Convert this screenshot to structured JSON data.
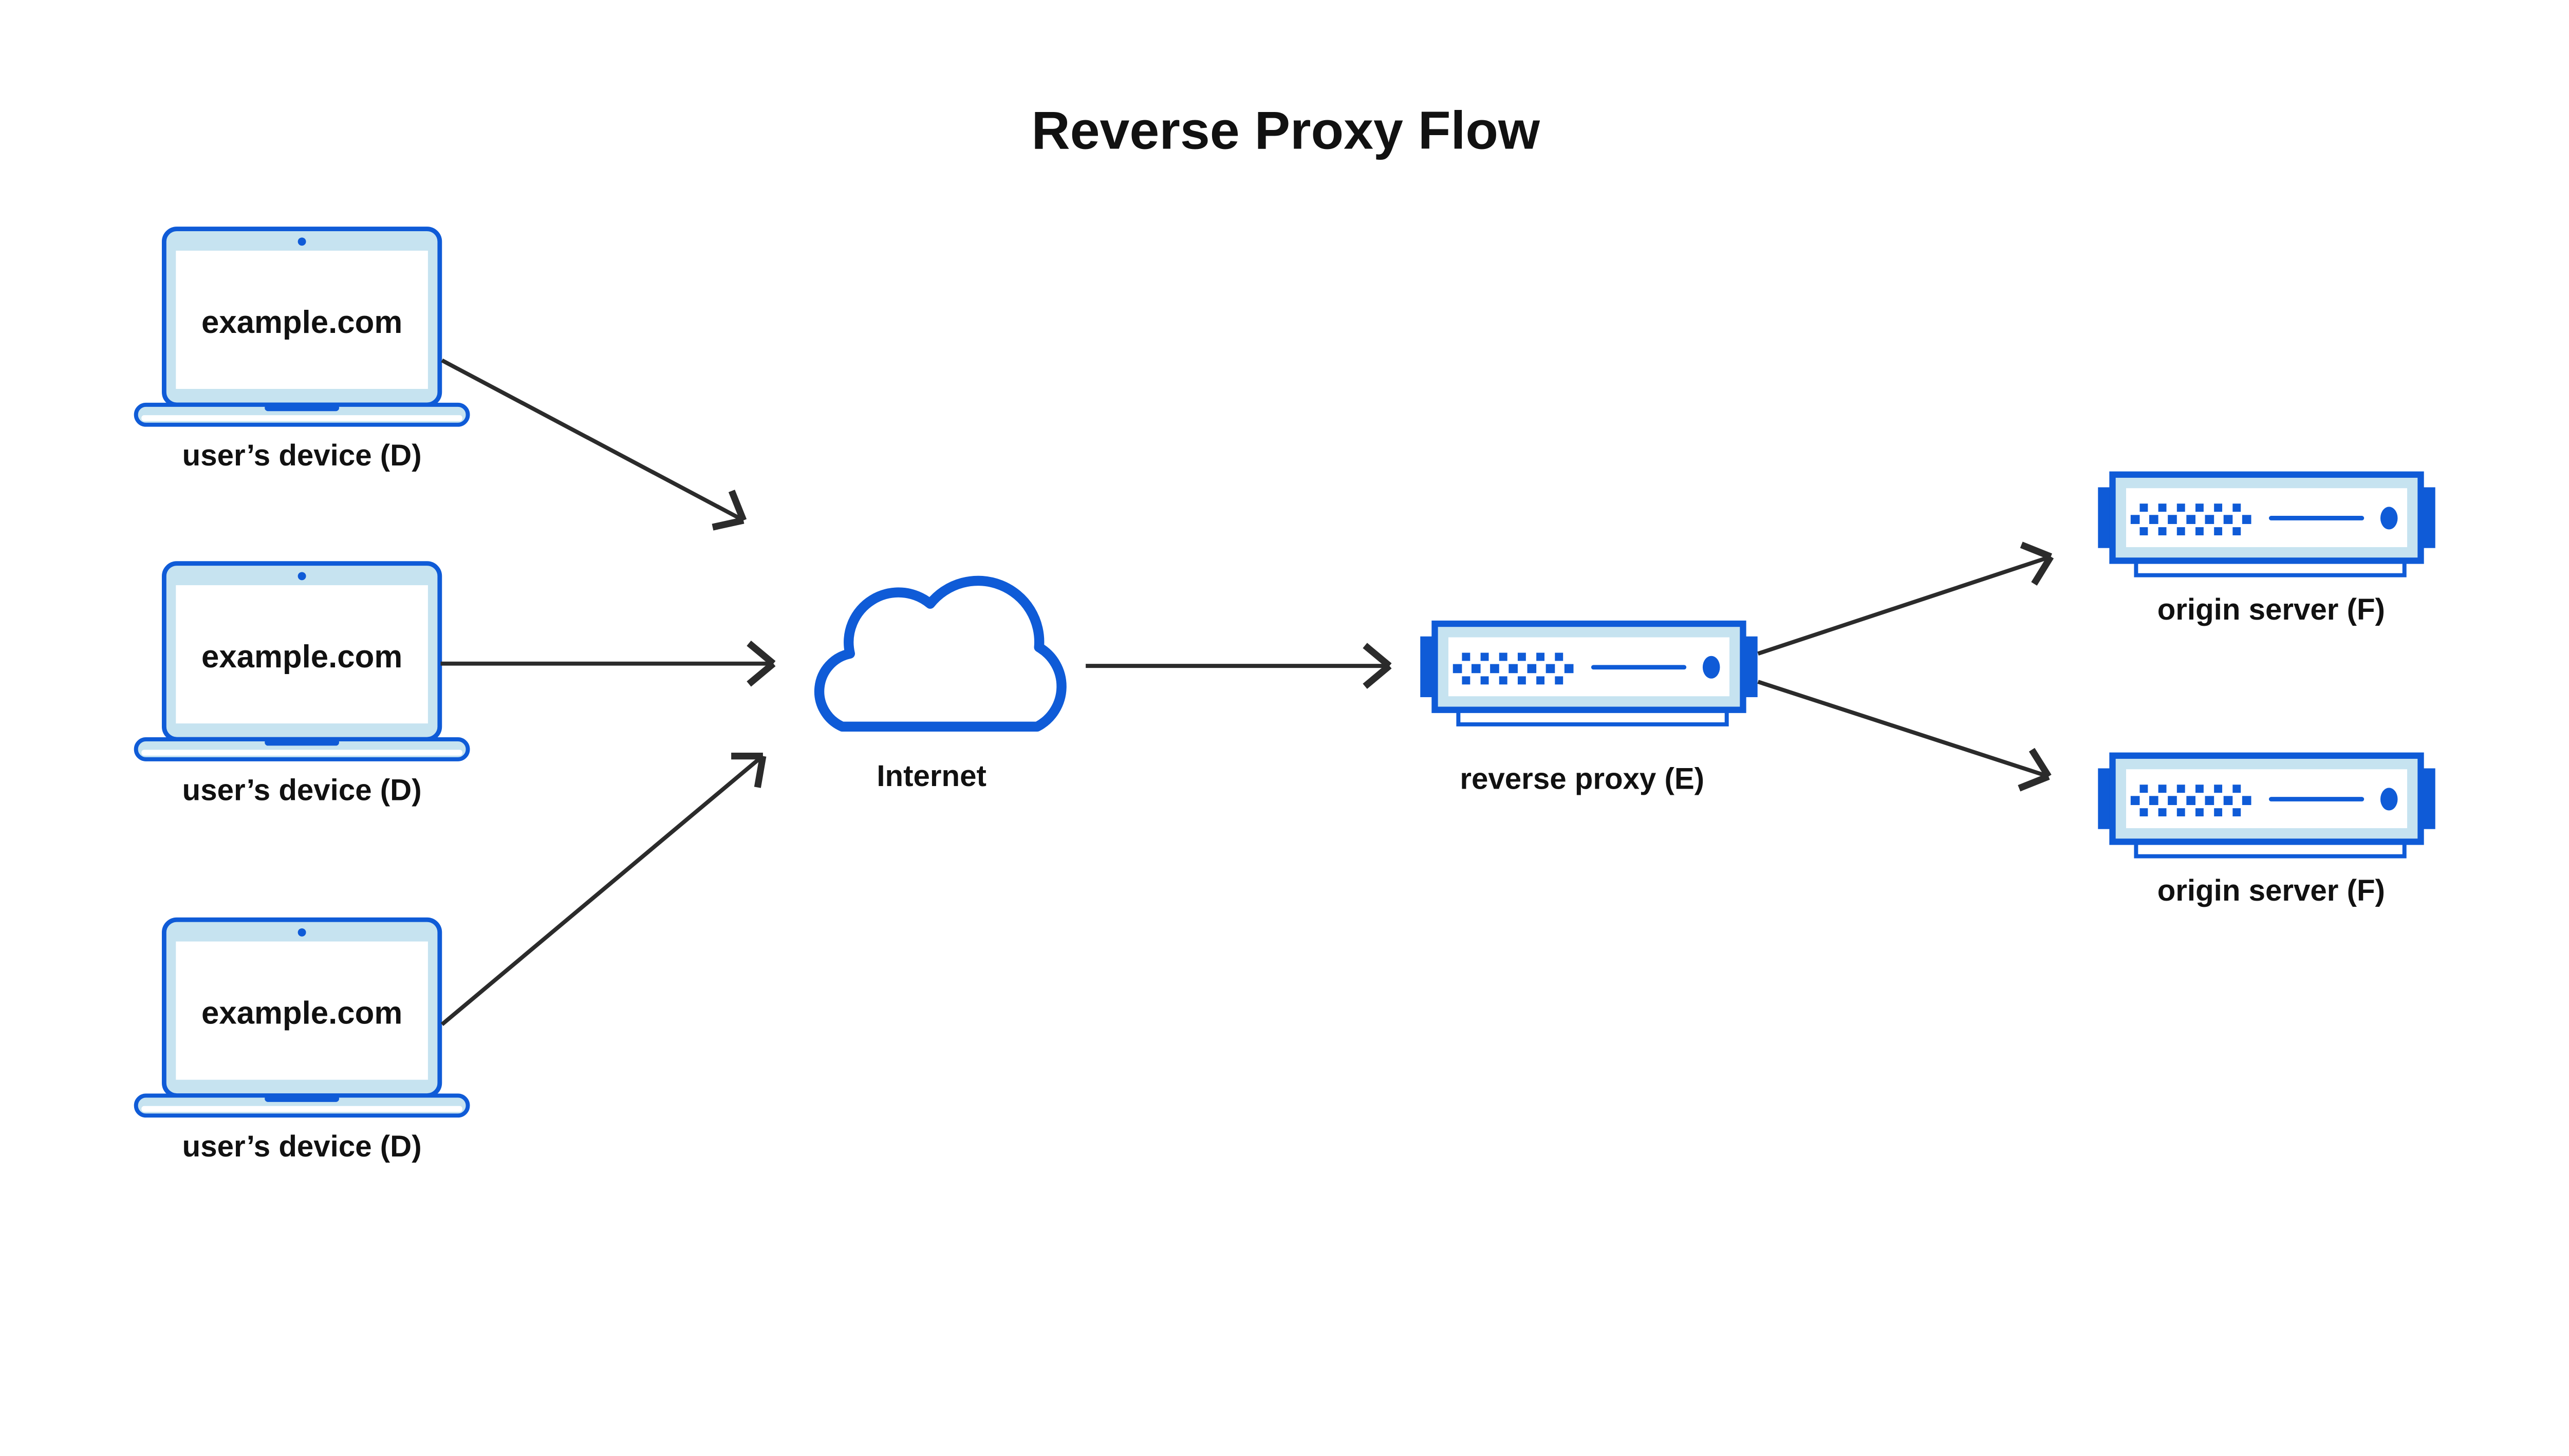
{
  "title": "Reverse Proxy Flow",
  "colors": {
    "blue": "#0f5bd7",
    "light_blue": "#c6e3f0",
    "arrow": "#2b2b2b",
    "text": "#111111",
    "background": "#ffffff"
  },
  "devices": [
    {
      "screen_text": "example.com",
      "label": "user’s device (D)"
    },
    {
      "screen_text": "example.com",
      "label": "user’s device (D)"
    },
    {
      "screen_text": "example.com",
      "label": "user’s device (D)"
    }
  ],
  "internet": {
    "label": "Internet"
  },
  "proxy": {
    "label": "reverse proxy (E)"
  },
  "origins": [
    {
      "label": "origin server (F)"
    },
    {
      "label": "origin server (F)"
    }
  ],
  "flow": {
    "edges": [
      {
        "from": "user’s device (D)",
        "to": "Internet"
      },
      {
        "from": "user’s device (D)",
        "to": "Internet"
      },
      {
        "from": "user’s device (D)",
        "to": "Internet"
      },
      {
        "from": "Internet",
        "to": "reverse proxy (E)"
      },
      {
        "from": "reverse proxy (E)",
        "to": "origin server (F)"
      },
      {
        "from": "reverse proxy (E)",
        "to": "origin server (F)"
      }
    ]
  }
}
